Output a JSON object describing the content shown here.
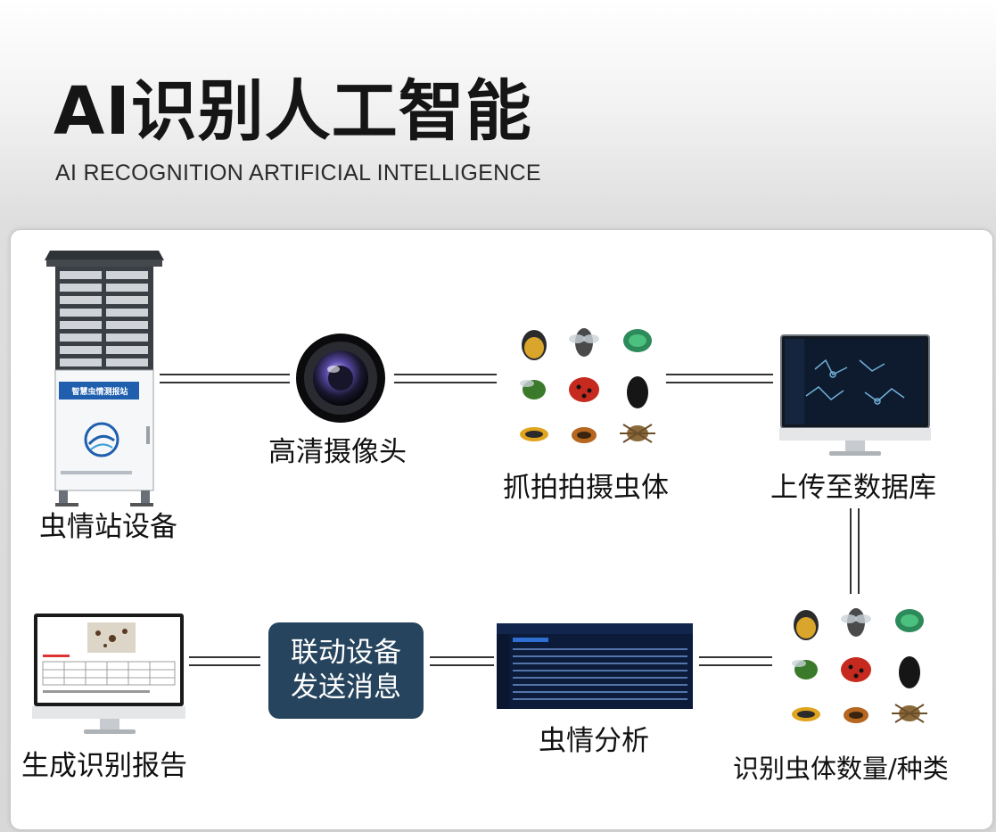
{
  "header": {
    "title": "AI识别人工智能",
    "subtitle": "AI RECOGNITION ARTIFICIAL INTELLIGENCE"
  },
  "nodes": {
    "station": {
      "label": "虫情站设备",
      "panel_text": "智慧虫情测报站"
    },
    "camera": {
      "label": "高清摄像头"
    },
    "capture": {
      "label": "抓拍拍摄虫体"
    },
    "upload": {
      "label": "上传至数据库"
    },
    "identify": {
      "label": "识别虫体数量/种类"
    },
    "analysis": {
      "label": "虫情分析"
    },
    "linkage": {
      "line1": "联动设备",
      "line2": "发送消息"
    },
    "report": {
      "label": "生成识别报告"
    }
  },
  "icons": [
    "pest-station-cabinet-icon",
    "hd-camera-lens-icon",
    "insect-grid-icon",
    "database-monitor-icon",
    "analysis-screen-icon",
    "report-monitor-icon"
  ],
  "colors": {
    "pill": "#26445d",
    "panel_blue": "#1f5fae",
    "screen_dark": "#0e1a2e"
  }
}
